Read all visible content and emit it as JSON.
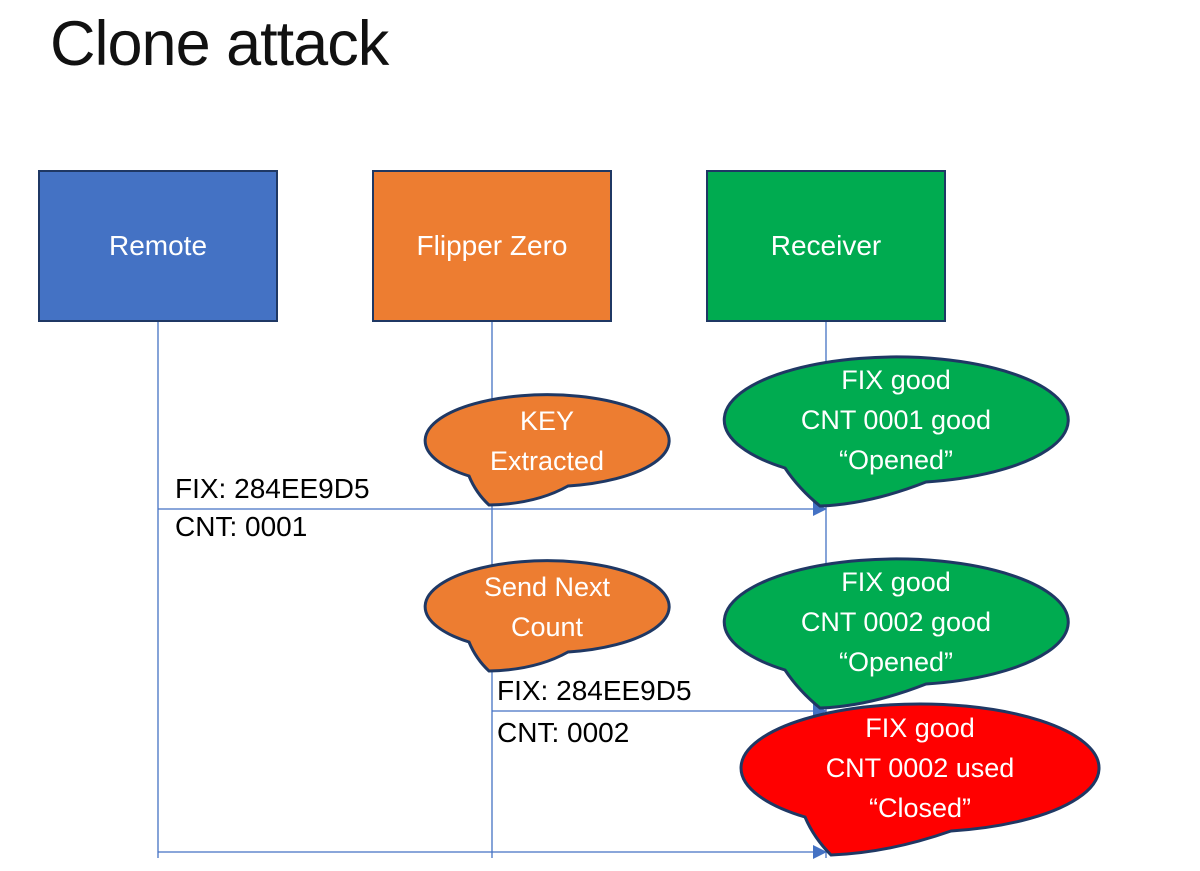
{
  "title": "Clone attack",
  "colors": {
    "remote_blue": "#4472C4",
    "flipper_orange": "#ED7D31",
    "receiver_green": "#00AB50",
    "alert_red": "#FF0000",
    "outline_navy": "#1F3864",
    "connector_blue": "#4472C4"
  },
  "actors": [
    {
      "id": "remote",
      "label": "Remote",
      "color": "#4472C4"
    },
    {
      "id": "flipper-zero",
      "label": "Flipper Zero",
      "color": "#ED7D31"
    },
    {
      "id": "receiver",
      "label": "Receiver",
      "color": "#00AB50"
    }
  ],
  "messages": [
    {
      "id": "msg1",
      "from": "Remote",
      "to": "Receiver",
      "fix": "FIX: 284EE9D5",
      "cnt": "CNT: 0001"
    },
    {
      "id": "msg2",
      "from": "Flipper Zero",
      "to": "Receiver",
      "fix": "FIX: 284EE9D5",
      "cnt": "CNT: 0002"
    },
    {
      "id": "msg3",
      "from": "Remote",
      "to": "Receiver",
      "fix": "",
      "cnt": ""
    }
  ],
  "callouts": [
    {
      "id": "key-extracted",
      "actor": "Flipper Zero",
      "color": "#ED7D31",
      "lines": [
        "KEY",
        "Extracted"
      ]
    },
    {
      "id": "opened-1",
      "actor": "Receiver",
      "color": "#00AB50",
      "lines": [
        "FIX good",
        "CNT 0001 good",
        "“Opened”"
      ]
    },
    {
      "id": "send-next-count",
      "actor": "Flipper Zero",
      "color": "#ED7D31",
      "lines": [
        "Send Next",
        "Count"
      ]
    },
    {
      "id": "opened-2",
      "actor": "Receiver",
      "color": "#00AB50",
      "lines": [
        "FIX good",
        "CNT 0002 good",
        "“Opened”"
      ]
    },
    {
      "id": "closed",
      "actor": "Receiver",
      "color": "#FF0000",
      "lines": [
        "FIX good",
        "CNT 0002 used",
        "“Closed”"
      ]
    }
  ]
}
